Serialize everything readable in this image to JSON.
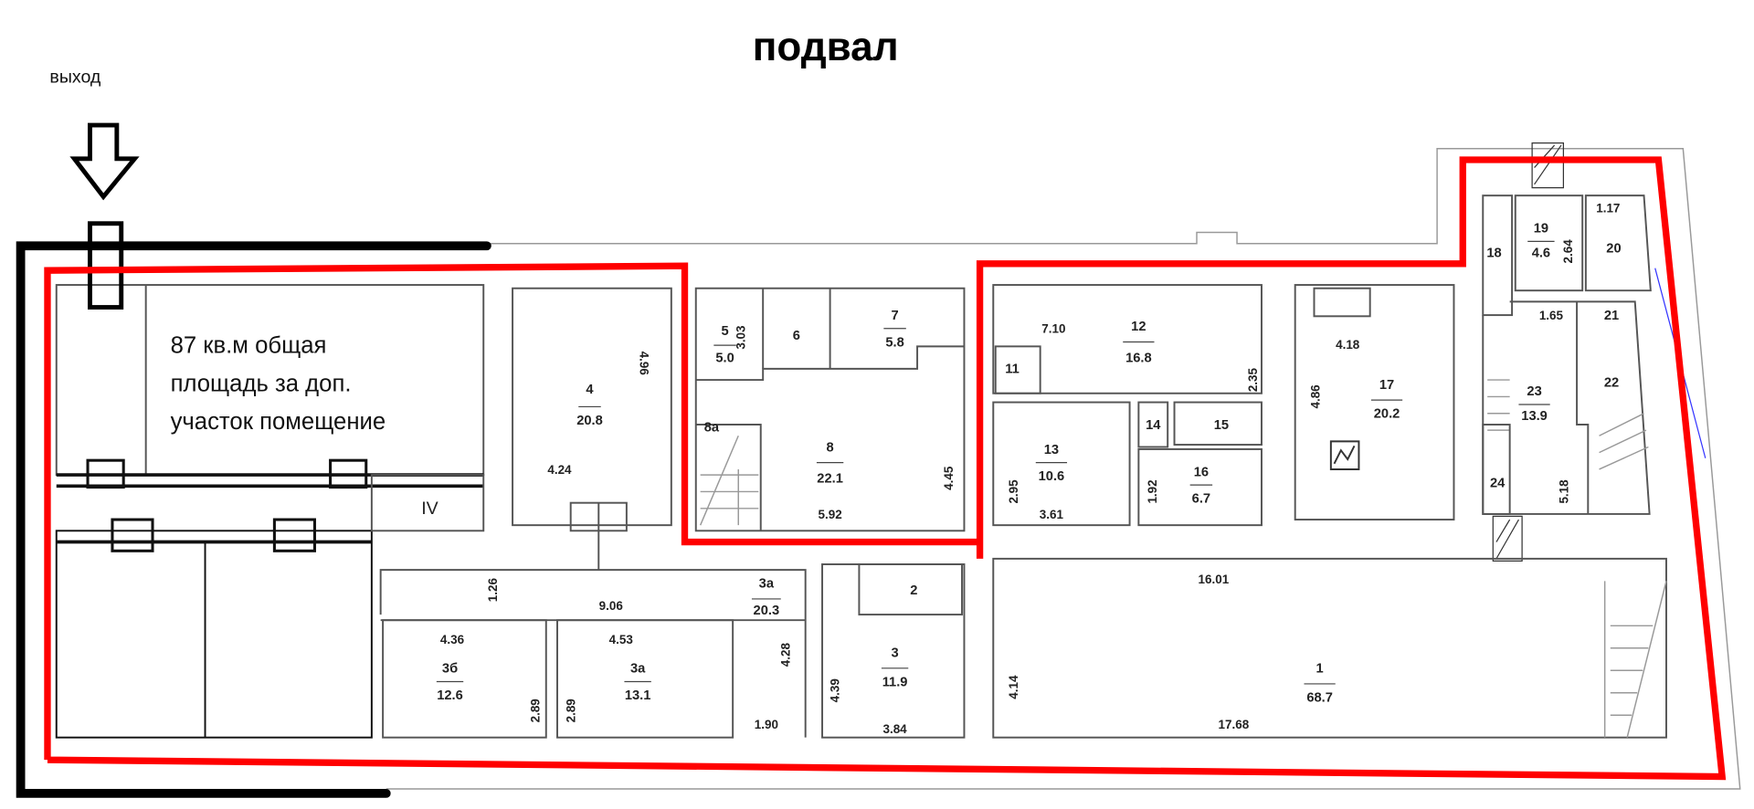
{
  "title": "подвал",
  "exit_label": "выход",
  "note": [
    "87 кв.м общая",
    "площадь за доп.",
    "участок помещение"
  ],
  "roman_label": "IV",
  "colors": {
    "highlight": "#ff0000",
    "wall": "#000000"
  },
  "rooms": {
    "r4": {
      "number": "4",
      "area": "20.8"
    },
    "r5": {
      "number": "5",
      "area": "5.0"
    },
    "r6": {
      "number": "6"
    },
    "r7": {
      "number": "7",
      "area": "5.8"
    },
    "r8": {
      "number": "8",
      "area": "22.1"
    },
    "r8a": {
      "number": "8а"
    },
    "r11": {
      "number": "11"
    },
    "r12": {
      "number": "12",
      "area": "16.8"
    },
    "r13": {
      "number": "13",
      "area": "10.6"
    },
    "r14": {
      "number": "14"
    },
    "r15": {
      "number": "15"
    },
    "r16": {
      "number": "16",
      "area": "6.7"
    },
    "r17": {
      "number": "17",
      "area": "20.2"
    },
    "r18": {
      "number": "18"
    },
    "r19": {
      "number": "19",
      "area": "4.6"
    },
    "r20": {
      "number": "20"
    },
    "r21": {
      "number": "21"
    },
    "r22": {
      "number": "22"
    },
    "r23": {
      "number": "23",
      "area": "13.9"
    },
    "r24": {
      "number": "24"
    },
    "r3a_corr": {
      "number": "3а",
      "area": "20.3"
    },
    "r3b": {
      "number": "3б",
      "area": "12.6"
    },
    "r3a": {
      "number": "3а",
      "area": "13.1"
    },
    "r2": {
      "number": "2"
    },
    "r3": {
      "number": "3",
      "area": "11.9"
    },
    "r1": {
      "number": "1",
      "area": "68.7"
    }
  },
  "dims": {
    "d496": "4.96",
    "d424": "4.24",
    "d303": "3.03",
    "d592": "5.92",
    "d445": "4.45",
    "d710": "7.10",
    "d235": "2.35",
    "d295": "2.95",
    "d361": "3.61",
    "d192": "1.92",
    "d418": "4.18",
    "d486": "4.86",
    "d117": "1.17",
    "d264": "2.64",
    "d165": "1.65",
    "d518": "5.18",
    "d126": "1.26",
    "d906": "9.06",
    "d436": "4.36",
    "d453": "4.53",
    "d289a": "2.89",
    "d289b": "2.89",
    "d190": "1.90",
    "d428": "4.28",
    "d439": "4.39",
    "d384": "3.84",
    "d1601": "16.01",
    "d414": "4.14",
    "d1768": "17.68"
  }
}
